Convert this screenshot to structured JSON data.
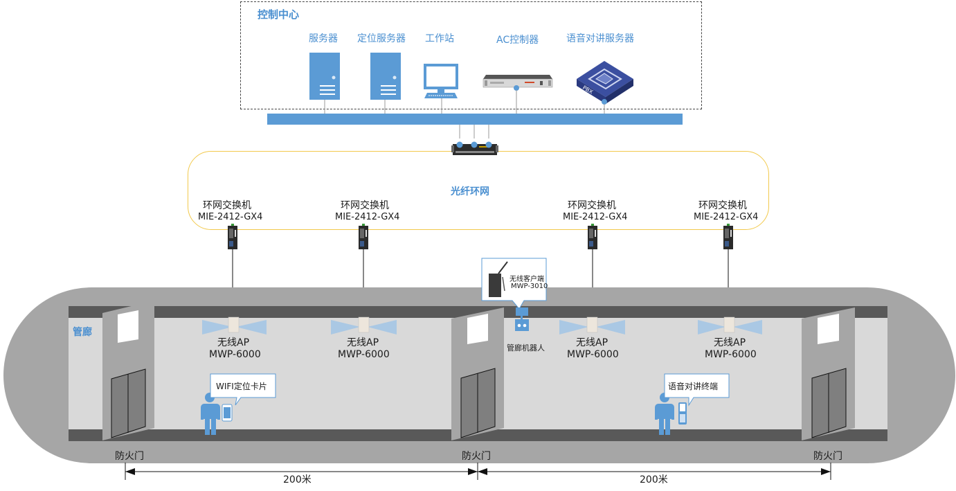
{
  "control_center": {
    "title": "控制中心",
    "devices": [
      {
        "label": "服务器",
        "icon": "server-icon"
      },
      {
        "label": "定位服务器",
        "icon": "server-icon"
      },
      {
        "label": "工作站",
        "icon": "workstation-icon"
      },
      {
        "label": "AC控制器",
        "icon": "rack-controller-icon"
      },
      {
        "label": "语音对讲服务器",
        "icon": "pbx-icon"
      }
    ]
  },
  "ring": {
    "label": "光纤环网",
    "switches": [
      {
        "name": "环网交换机",
        "model": "MIE-2412-GX4"
      },
      {
        "name": "环网交换机",
        "model": "MIE-2412-GX4"
      },
      {
        "name": "环网交换机",
        "model": "MIE-2412-GX4"
      },
      {
        "name": "环网交换机",
        "model": "MIE-2412-GX4"
      }
    ]
  },
  "tunnel": {
    "label": "管廊",
    "aps": [
      {
        "name": "无线AP",
        "model": "MWP-6000"
      },
      {
        "name": "无线AP",
        "model": "MWP-6000"
      },
      {
        "name": "无线AP",
        "model": "MWP-6000"
      },
      {
        "name": "无线AP",
        "model": "MWP-6000"
      }
    ],
    "client": {
      "name": "无线客户端",
      "model": "MWP-3010"
    },
    "robot_label": "管廊机器人",
    "callouts": {
      "wifi_card": "WIFI定位卡片",
      "intercom": "语音对讲终端"
    },
    "doors": [
      "防火门",
      "防火门",
      "防火门"
    ],
    "distances": [
      "200米",
      "200米"
    ]
  },
  "colors": {
    "accent_blue": "#5b9bd5",
    "ring_border": "#f2c94c",
    "tunnel_outer": "#a6a6a6",
    "tunnel_inner": "#d9d9d9",
    "rail": "#595959"
  }
}
